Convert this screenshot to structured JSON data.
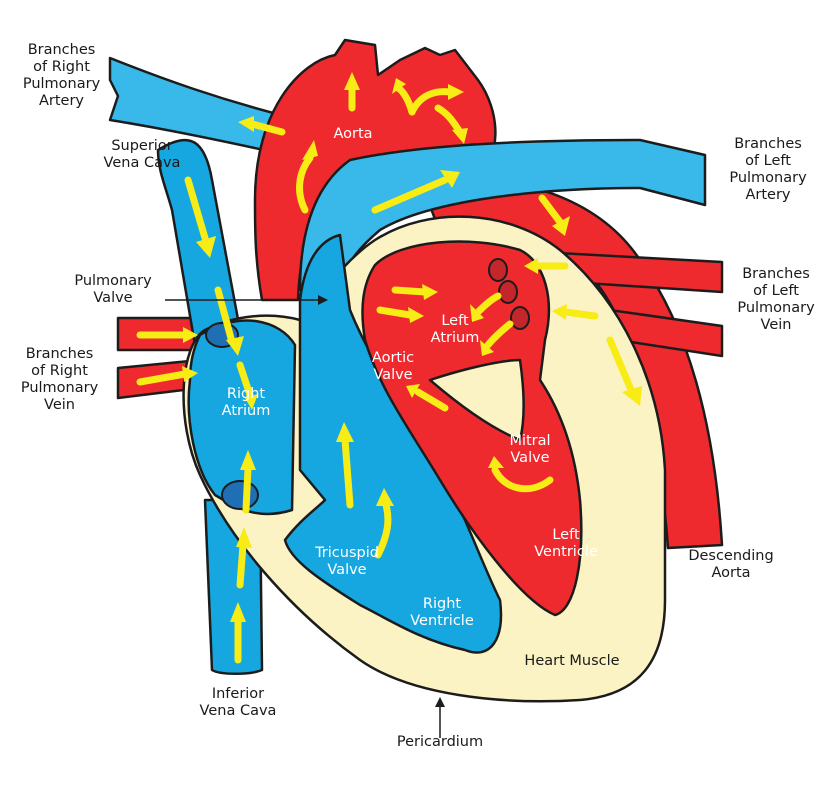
{
  "colors": {
    "red": "#ee2a2f",
    "blue": "#17a7e0",
    "light_blue": "#39b9ea",
    "muscle": "#fbf3c4",
    "outline": "#1c1c1c",
    "arrow": "#f7ec16",
    "valve": "#1f6fb5",
    "valve_red": "#c4262c"
  },
  "labels": {
    "right_pulmonary_artery": [
      "Branches",
      "of Right",
      "Pulmonary",
      "Artery"
    ],
    "superior_vena_cava": [
      "Superior",
      "Vena Cava"
    ],
    "pulmonary_valve": [
      "Pulmonary",
      "Valve"
    ],
    "right_pulmonary_vein": [
      "Branches",
      "of Right",
      "Pulmonary",
      "Vein"
    ],
    "inferior_vena_cava": [
      "Inferior",
      "Vena Cava"
    ],
    "pericardium": "Pericardium",
    "left_pulmonary_artery": [
      "Branches",
      "of Left",
      "Pulmonary",
      "Artery"
    ],
    "left_pulmonary_vein": [
      "Branches",
      "of Left",
      "Pulmonary",
      "Vein"
    ],
    "descending_aorta": [
      "Descending",
      "Aorta"
    ],
    "heart_muscle": "Heart Muscle",
    "aorta": "Aorta",
    "left_atrium": [
      "Left",
      "Atrium"
    ],
    "aortic_valve": [
      "Aortic",
      "Valve"
    ],
    "right_atrium": [
      "Right",
      "Atrium"
    ],
    "mitral_valve": [
      "Mitral",
      "Valve"
    ],
    "left_ventricle": [
      "Left",
      "Ventricle"
    ],
    "tricuspid_valve": [
      "Tricuspid",
      "Valve"
    ],
    "right_ventricle": [
      "Right",
      "Ventricle"
    ]
  }
}
